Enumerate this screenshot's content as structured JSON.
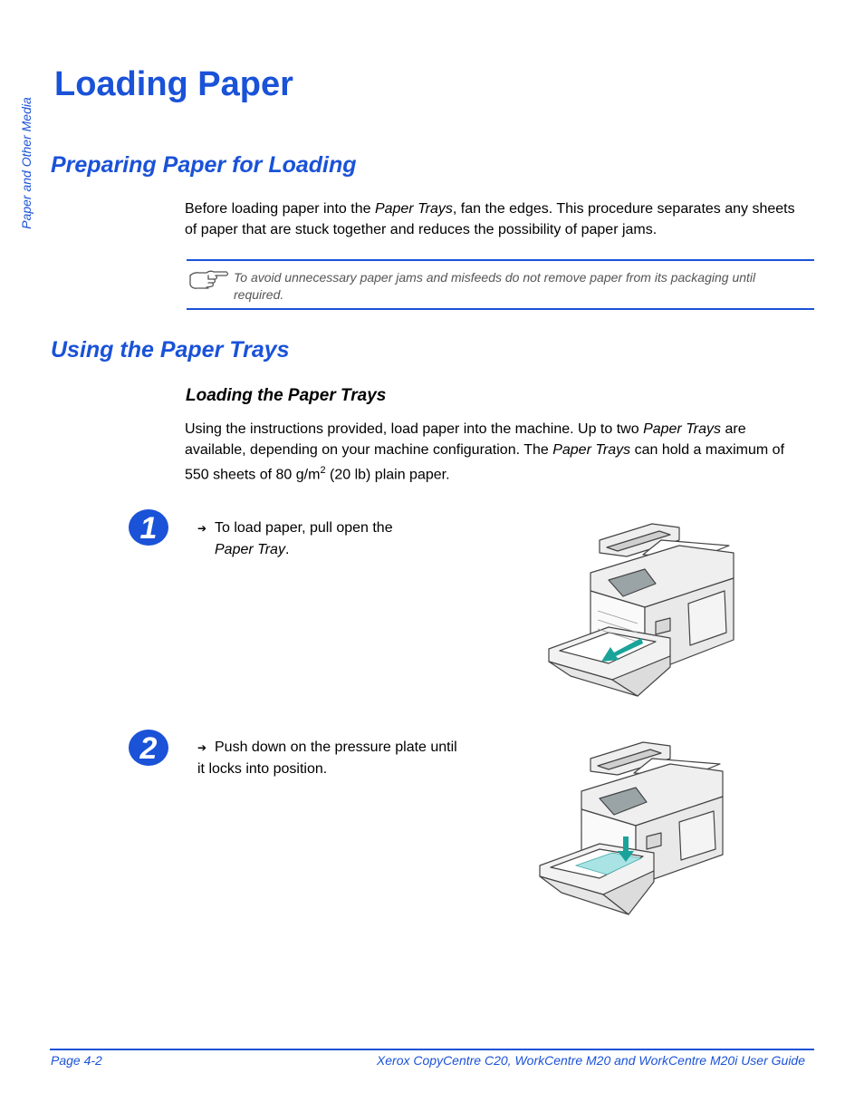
{
  "side_tab": {
    "label": "Paper and Other Media"
  },
  "title": "Loading Paper",
  "section1": {
    "heading": "Preparing Paper for Loading",
    "para_a": "Before loading paper into the ",
    "para_em": "Paper Trays",
    "para_b": ", fan the edges. This procedure separates any sheets of paper that are stuck together and reduces the possibility of paper jams.",
    "note_icon": "pointing-hand-icon",
    "note": "To avoid unnecessary paper jams and misfeeds do not remove paper from its packaging until required."
  },
  "section2": {
    "heading": "Using the Paper Trays",
    "subheading": "Loading the Paper Trays",
    "para_a": "Using the instructions provided, load paper into the machine. Up to two ",
    "para_em1": "Paper Trays",
    "para_b": " are available, depending on your machine configuration. The ",
    "para_em2": "Paper Trays",
    "para_c": " can hold a maximum of 550 sheets of 80 g/m",
    "para_sup": "2",
    "para_d": " (20 lb) plain paper."
  },
  "steps": [
    {
      "number": "1",
      "bullet": "➔",
      "text_a": "To load paper, pull open the",
      "text_em": "Paper Tray",
      "text_b": ".",
      "image": "printer-tray-open-illustration"
    },
    {
      "number": "2",
      "bullet": "➔",
      "text_a": "Push down on the pressure plate until it locks into position.",
      "image": "printer-pressure-plate-illustration"
    }
  ],
  "footer": {
    "page": "Page 4-2",
    "guide": "Xerox CopyCentre C20, WorkCentre M20 and WorkCentre M20i User Guide"
  },
  "colors": {
    "accent": "#1a52d8",
    "note_text": "#555555"
  }
}
